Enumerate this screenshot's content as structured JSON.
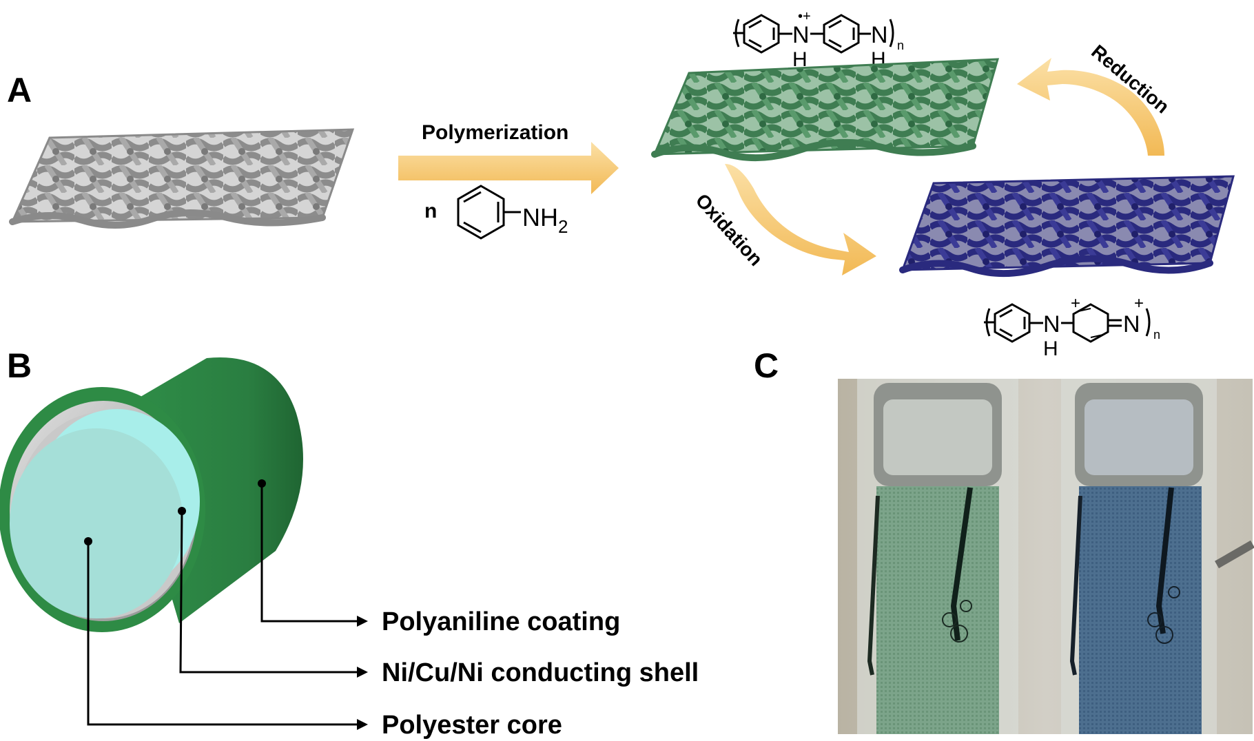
{
  "panels": {
    "a": "A",
    "b": "B",
    "c": "C"
  },
  "panel_a": {
    "polymerization_label": "Polymerization",
    "monomer_coeff": "n",
    "monomer_group": "NH",
    "monomer_sub": "2",
    "oxidation_label": "Oxidation",
    "reduction_label": "Reduction",
    "reduced_polymer": {
      "n1": "N",
      "h1": "H",
      "charge1": "•+",
      "n2": "N",
      "h2": "H",
      "repeat": "n"
    },
    "oxidized_polymer": {
      "n1": "N",
      "h1": "H",
      "charge1": "+",
      "n2": "N",
      "charge2": "+",
      "repeat": "n"
    },
    "colors": {
      "fabric_bare": "#9a9a9a",
      "fabric_green": "#4c8a5e",
      "fabric_blue": "#2e2e8a",
      "arrow": "#f7c56b"
    }
  },
  "panel_b": {
    "labels": {
      "coating": "Polyaniline coating",
      "shell": "Ni/Cu/Ni conducting shell",
      "core": "Polyester core"
    },
    "colors": {
      "coating": "#2e8b45",
      "shell": "#b8b8b8",
      "core": "#a8e4de"
    }
  }
}
